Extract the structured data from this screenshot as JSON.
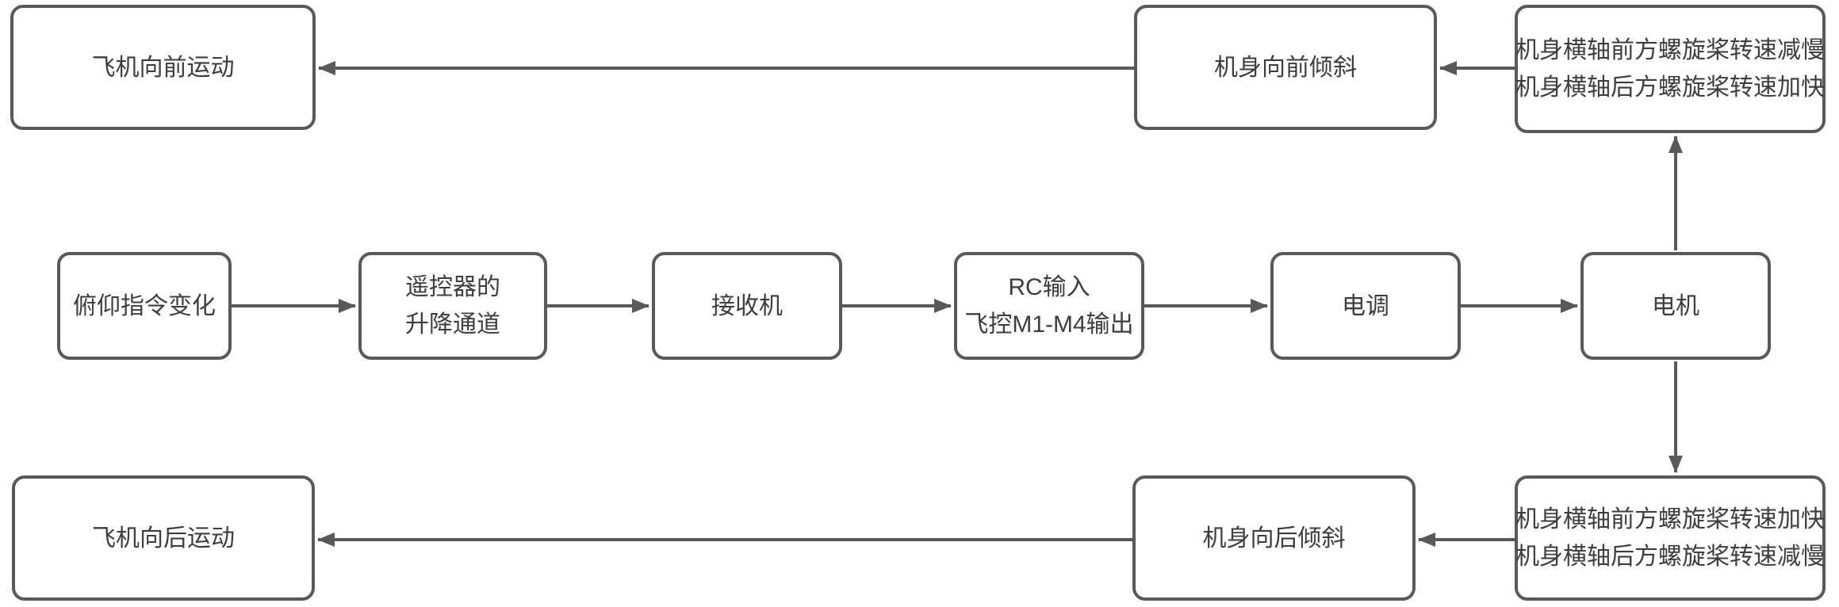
{
  "colors": {
    "border": "#595959",
    "text": "#3d3d3d",
    "arrow": "#595959",
    "background": "#ffffff"
  },
  "nodes": {
    "aircraft_forward": {
      "label": "飞机向前运动"
    },
    "fuselage_tilt_forward": {
      "label": "机身向前倾斜"
    },
    "props_front_slow_rear_fast": {
      "line1": "机身横轴前方螺旋桨转速减慢",
      "line2": "机身横轴后方螺旋桨转速加快"
    },
    "pitch_command_change": {
      "label": "俯仰指令变化"
    },
    "remote_elevator_channel": {
      "line1": "遥控器的",
      "line2": "升降通道"
    },
    "receiver": {
      "label": "接收机"
    },
    "flight_controller": {
      "line1": "RC输入",
      "line2": "飞控M1-M4输出"
    },
    "esc": {
      "label": "电调"
    },
    "motor": {
      "label": "电机"
    },
    "aircraft_backward": {
      "label": "飞机向后运动"
    },
    "fuselage_tilt_backward": {
      "label": "机身向后倾斜"
    },
    "props_front_fast_rear_slow": {
      "line1": "机身横轴前方螺旋桨转速加快",
      "line2": "机身横轴后方螺旋桨转速减慢"
    }
  }
}
